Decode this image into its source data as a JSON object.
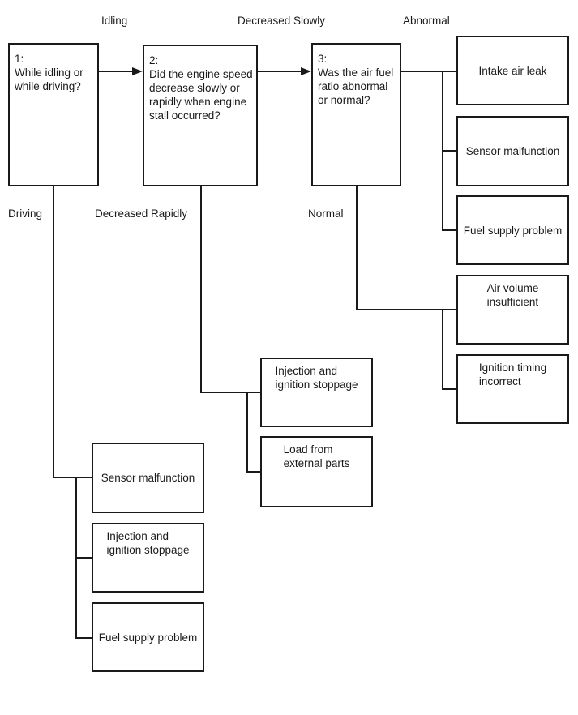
{
  "flowchart": {
    "branch_labels": {
      "idling": "Idling",
      "decreased_slowly": "Decreased Slowly",
      "abnormal": "Abnormal",
      "driving": "Driving",
      "decreased_rapidly": "Decreased Rapidly",
      "normal": "Normal"
    },
    "questions": [
      {
        "number": "1:",
        "text": "While idling or\nwhile driving?"
      },
      {
        "number": "2:",
        "text": "Did the engine speed\ndecrease slowly or\nrapidly when engine\nstall occurred?"
      },
      {
        "number": "3:",
        "text": "Was the air fuel\nratio abnormal\nor normal?"
      }
    ],
    "outcomes": {
      "intake_air_leak": "Intake air leak",
      "sensor_malfunction_abnormal": "Sensor malfunction",
      "fuel_supply_problem_abnormal": "Fuel supply problem",
      "air_volume_insufficient": "Air volume\ninsufficient",
      "ignition_timing_incorrect": "Ignition timing\nincorrect",
      "injection_ignition_stoppage_rapid": "Injection and\nignition stoppage",
      "load_from_external_parts": "Load from\nexternal parts",
      "sensor_malfunction_driving": "Sensor malfunction",
      "injection_ignition_stoppage_driving": "Injection and\nignition stoppage",
      "fuel_supply_problem_driving": "Fuel supply problem"
    },
    "colors": {
      "line": "#1a1a1a",
      "text": "#1a1a1a",
      "background": "#ffffff"
    }
  }
}
